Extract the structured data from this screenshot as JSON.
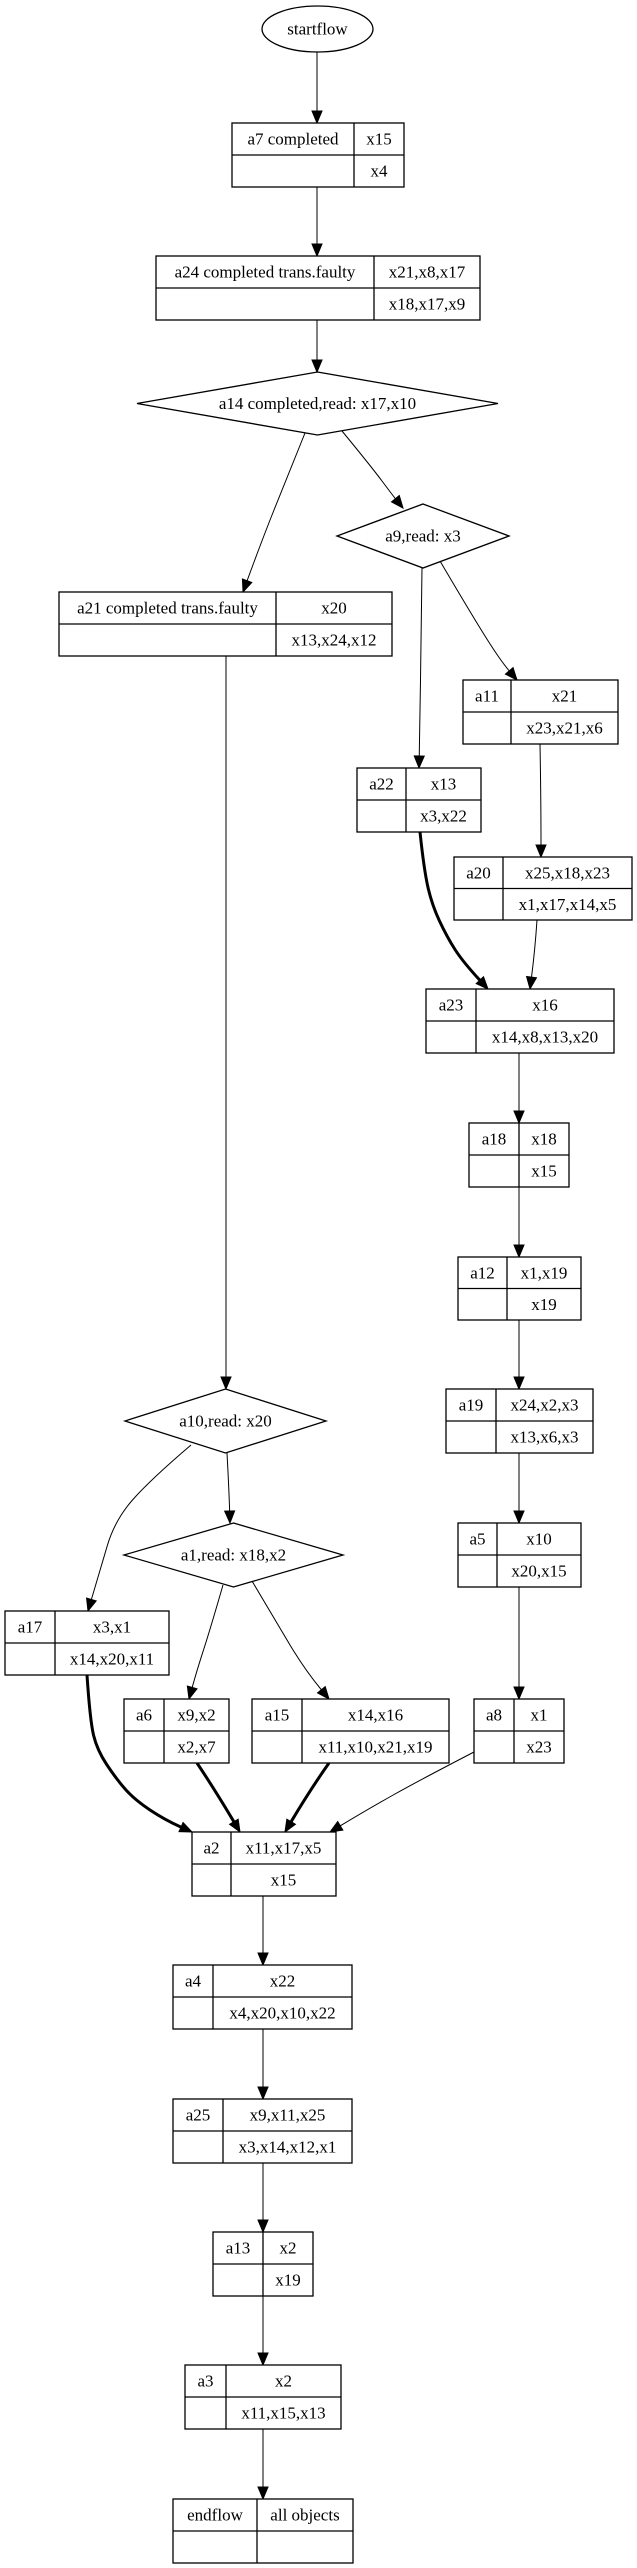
{
  "diagram": {
    "type": "workflow-graph",
    "colors": {
      "stroke": "#000000",
      "background": "#ffffff",
      "text": "#000000"
    },
    "nodes": [
      {
        "id": "startflow",
        "shape": "ellipse",
        "label": "startflow"
      },
      {
        "id": "a7",
        "shape": "record",
        "name": "a7 completed",
        "top": "x15",
        "bottom": "x4"
      },
      {
        "id": "a24",
        "shape": "record",
        "name": "a24 completed trans.faulty",
        "top": "x21,x8,x17",
        "bottom": "x18,x17,x9"
      },
      {
        "id": "a14",
        "shape": "diamond",
        "label": "a14 completed,read: x17,x10"
      },
      {
        "id": "a9",
        "shape": "diamond",
        "label": "a9,read: x3"
      },
      {
        "id": "a21",
        "shape": "record",
        "name": "a21 completed trans.faulty",
        "top": "x20",
        "bottom": "x13,x24,x12"
      },
      {
        "id": "a11",
        "shape": "record",
        "name": "a11",
        "top": "x21",
        "bottom": "x23,x21,x6"
      },
      {
        "id": "a22",
        "shape": "record",
        "name": "a22",
        "top": "x13",
        "bottom": "x3,x22"
      },
      {
        "id": "a20",
        "shape": "record",
        "name": "a20",
        "top": "x25,x18,x23",
        "bottom": "x1,x17,x14,x5"
      },
      {
        "id": "a23",
        "shape": "record",
        "name": "a23",
        "top": "x16",
        "bottom": "x14,x8,x13,x20"
      },
      {
        "id": "a18",
        "shape": "record",
        "name": "a18",
        "top": "x18",
        "bottom": "x15"
      },
      {
        "id": "a12",
        "shape": "record",
        "name": "a12",
        "top": "x1,x19",
        "bottom": "x19"
      },
      {
        "id": "a19",
        "shape": "record",
        "name": "a19",
        "top": "x24,x2,x3",
        "bottom": "x13,x6,x3"
      },
      {
        "id": "a5",
        "shape": "record",
        "name": "a5",
        "top": "x10",
        "bottom": "x20,x15"
      },
      {
        "id": "a10",
        "shape": "diamond",
        "label": "a10,read: x20"
      },
      {
        "id": "a1",
        "shape": "diamond",
        "label": "a1,read: x18,x2"
      },
      {
        "id": "a17",
        "shape": "record",
        "name": "a17",
        "top": "x3,x1",
        "bottom": "x14,x20,x11"
      },
      {
        "id": "a6",
        "shape": "record",
        "name": "a6",
        "top": "x9,x2",
        "bottom": "x2,x7"
      },
      {
        "id": "a15",
        "shape": "record",
        "name": "a15",
        "top": "x14,x16",
        "bottom": "x11,x10,x21,x19"
      },
      {
        "id": "a8",
        "shape": "record",
        "name": "a8",
        "top": "x1",
        "bottom": "x23"
      },
      {
        "id": "a2",
        "shape": "record",
        "name": "a2",
        "top": "x11,x17,x5",
        "bottom": "x15"
      },
      {
        "id": "a4",
        "shape": "record",
        "name": "a4",
        "top": "x22",
        "bottom": "x4,x20,x10,x22"
      },
      {
        "id": "a25",
        "shape": "record",
        "name": "a25",
        "top": "x9,x11,x25",
        "bottom": "x3,x14,x12,x1"
      },
      {
        "id": "a13",
        "shape": "record",
        "name": "a13",
        "top": "x2",
        "bottom": "x19"
      },
      {
        "id": "a3",
        "shape": "record",
        "name": "a3",
        "top": "x2",
        "bottom": "x11,x15,x13"
      },
      {
        "id": "endflow",
        "shape": "record",
        "name": "endflow",
        "top": "all objects",
        "bottom": ""
      }
    ],
    "edges": [
      {
        "from": "startflow",
        "to": "a7",
        "style": "normal"
      },
      {
        "from": "a7",
        "to": "a24",
        "style": "normal"
      },
      {
        "from": "a24",
        "to": "a14",
        "style": "normal"
      },
      {
        "from": "a14",
        "to": "a21",
        "style": "thin"
      },
      {
        "from": "a14",
        "to": "a9",
        "style": "thin"
      },
      {
        "from": "a9",
        "to": "a22",
        "style": "thin"
      },
      {
        "from": "a9",
        "to": "a11",
        "style": "thin"
      },
      {
        "from": "a11",
        "to": "a20",
        "style": "thin"
      },
      {
        "from": "a22",
        "to": "a23",
        "style": "bold"
      },
      {
        "from": "a20",
        "to": "a23",
        "style": "thin"
      },
      {
        "from": "a23",
        "to": "a18",
        "style": "normal"
      },
      {
        "from": "a18",
        "to": "a12",
        "style": "normal"
      },
      {
        "from": "a12",
        "to": "a19",
        "style": "normal"
      },
      {
        "from": "a19",
        "to": "a5",
        "style": "normal"
      },
      {
        "from": "a5",
        "to": "a8",
        "style": "normal"
      },
      {
        "from": "a21",
        "to": "a10",
        "style": "normal"
      },
      {
        "from": "a10",
        "to": "a17",
        "style": "thin"
      },
      {
        "from": "a10",
        "to": "a1",
        "style": "thin"
      },
      {
        "from": "a1",
        "to": "a6",
        "style": "thin"
      },
      {
        "from": "a1",
        "to": "a15",
        "style": "thin"
      },
      {
        "from": "a17",
        "to": "a2",
        "style": "bold"
      },
      {
        "from": "a6",
        "to": "a2",
        "style": "bold"
      },
      {
        "from": "a15",
        "to": "a2",
        "style": "bold"
      },
      {
        "from": "a8",
        "to": "a2",
        "style": "thin"
      },
      {
        "from": "a2",
        "to": "a4",
        "style": "normal"
      },
      {
        "from": "a4",
        "to": "a25",
        "style": "normal"
      },
      {
        "from": "a25",
        "to": "a13",
        "style": "normal"
      },
      {
        "from": "a13",
        "to": "a3",
        "style": "normal"
      },
      {
        "from": "a3",
        "to": "endflow",
        "style": "normal"
      }
    ]
  }
}
